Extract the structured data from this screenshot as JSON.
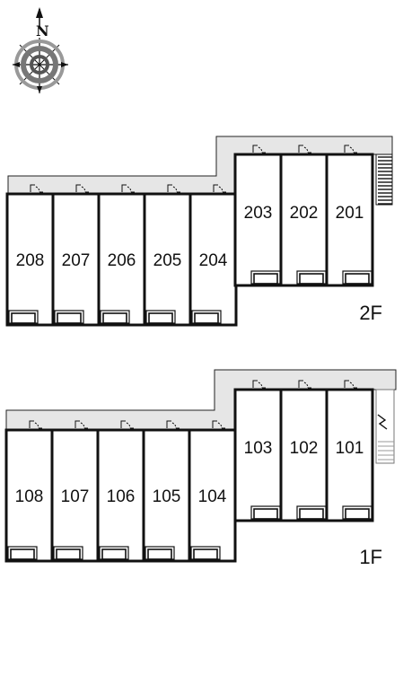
{
  "compass": {
    "north_label": "N",
    "icon": "compass-rose-icon"
  },
  "floors": [
    {
      "id": "2F",
      "label": "2F",
      "left_rooms": [
        "208",
        "207",
        "206",
        "205",
        "204"
      ],
      "right_rooms": [
        "203",
        "202",
        "201"
      ]
    },
    {
      "id": "1F",
      "label": "1F",
      "left_rooms": [
        "108",
        "107",
        "106",
        "105",
        "104"
      ],
      "right_rooms": [
        "103",
        "102",
        "101"
      ]
    }
  ],
  "colors": {
    "corridor": "#e6e6e6",
    "wall": "#111111",
    "room": "#ffffff"
  }
}
